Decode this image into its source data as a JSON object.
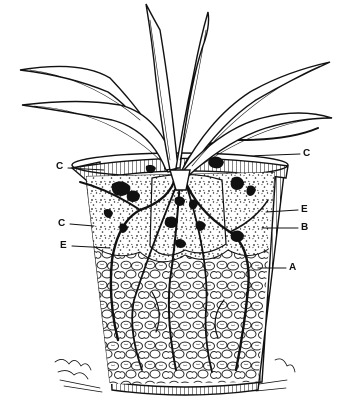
{
  "labels": {
    "c_top_left": "C",
    "c_top_right": "C",
    "c_mid_left": "C",
    "e_right": "E",
    "b_right": "B",
    "e_left": "E",
    "a_right": "A"
  }
}
